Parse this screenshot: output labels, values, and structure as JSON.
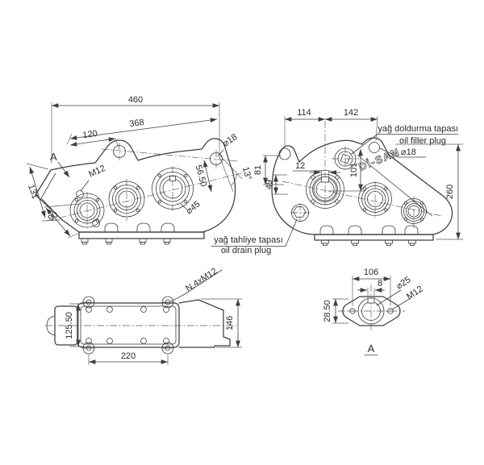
{
  "drawing": {
    "brand": "Dİ-SAN",
    "line_color": "#3d3d3d",
    "view_side": {
      "dim_460": "460",
      "dim_368": "368",
      "dim_120": "120",
      "dim_131": "131",
      "dim_90": "90",
      "dim_56_50": "56.50",
      "angle_13": "13°",
      "dia_18": "⌀18",
      "dia_45": "⌀45",
      "thread_m12": "M12",
      "view_arrow_label": "A"
    },
    "view_front": {
      "dim_114": "114",
      "dim_142": "142",
      "dim_12": "12",
      "dim_101": "101",
      "dim_49": "49",
      "dim_81": "81",
      "dim_260": "260",
      "dia_18": "⌀18",
      "oil_filler_tr": "yağ doldurma tapası",
      "oil_filler_en": "oil filler plug",
      "oil_drain_tr": "yağ tahliye tapası",
      "oil_drain_en": "oil drain plug"
    },
    "view_bottom": {
      "dim_220": "220",
      "dim_125_50": "125.50",
      "dim_146": "146",
      "holes_note": "N.4xM12"
    },
    "view_a": {
      "dim_106": "106",
      "dim_8": "8",
      "dim_28_50": "28.50",
      "dia_25": "⌀25",
      "thread_m12": "M12",
      "label": "A"
    }
  }
}
